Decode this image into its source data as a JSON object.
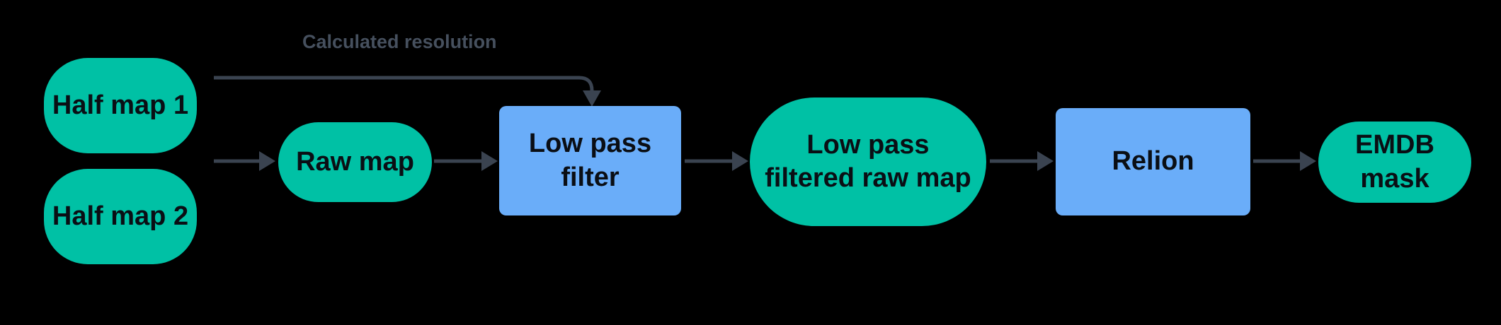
{
  "colors": {
    "background": "#000000",
    "teal": "#00c1a5",
    "blue": "#6aadf9",
    "arrow": "#3a4350",
    "annotation_text": "#46505e",
    "node_text": "#0a0e14"
  },
  "annotation": {
    "calculated_resolution": "Calculated resolution"
  },
  "nodes": {
    "half_map_1": {
      "label": "Half map 1",
      "shape": "pill",
      "color": "#00c1a5"
    },
    "half_map_2": {
      "label": "Half map 2",
      "shape": "pill",
      "color": "#00c1a5"
    },
    "raw_map": {
      "label": "Raw map",
      "shape": "pill",
      "color": "#00c1a5"
    },
    "low_pass_filter": {
      "label": "Low pass\nfilter",
      "shape": "rect",
      "color": "#6aadf9"
    },
    "low_pass_filtered_raw_map": {
      "label": "Low pass\nfiltered raw map",
      "shape": "pill",
      "color": "#00c1a5"
    },
    "relion": {
      "label": "Relion",
      "shape": "rect",
      "color": "#6aadf9"
    },
    "emdb_mask": {
      "label": "EMDB\nmask",
      "shape": "pill",
      "color": "#00c1a5"
    }
  },
  "flow": {
    "edges": [
      "half maps -> Raw map",
      "Raw map -> Low pass filter",
      "Half map 1 -> Low pass filter (Calculated resolution)",
      "Low pass filter -> Low pass filtered raw map",
      "Low pass filtered raw map -> Relion",
      "Relion -> EMDB mask"
    ]
  }
}
